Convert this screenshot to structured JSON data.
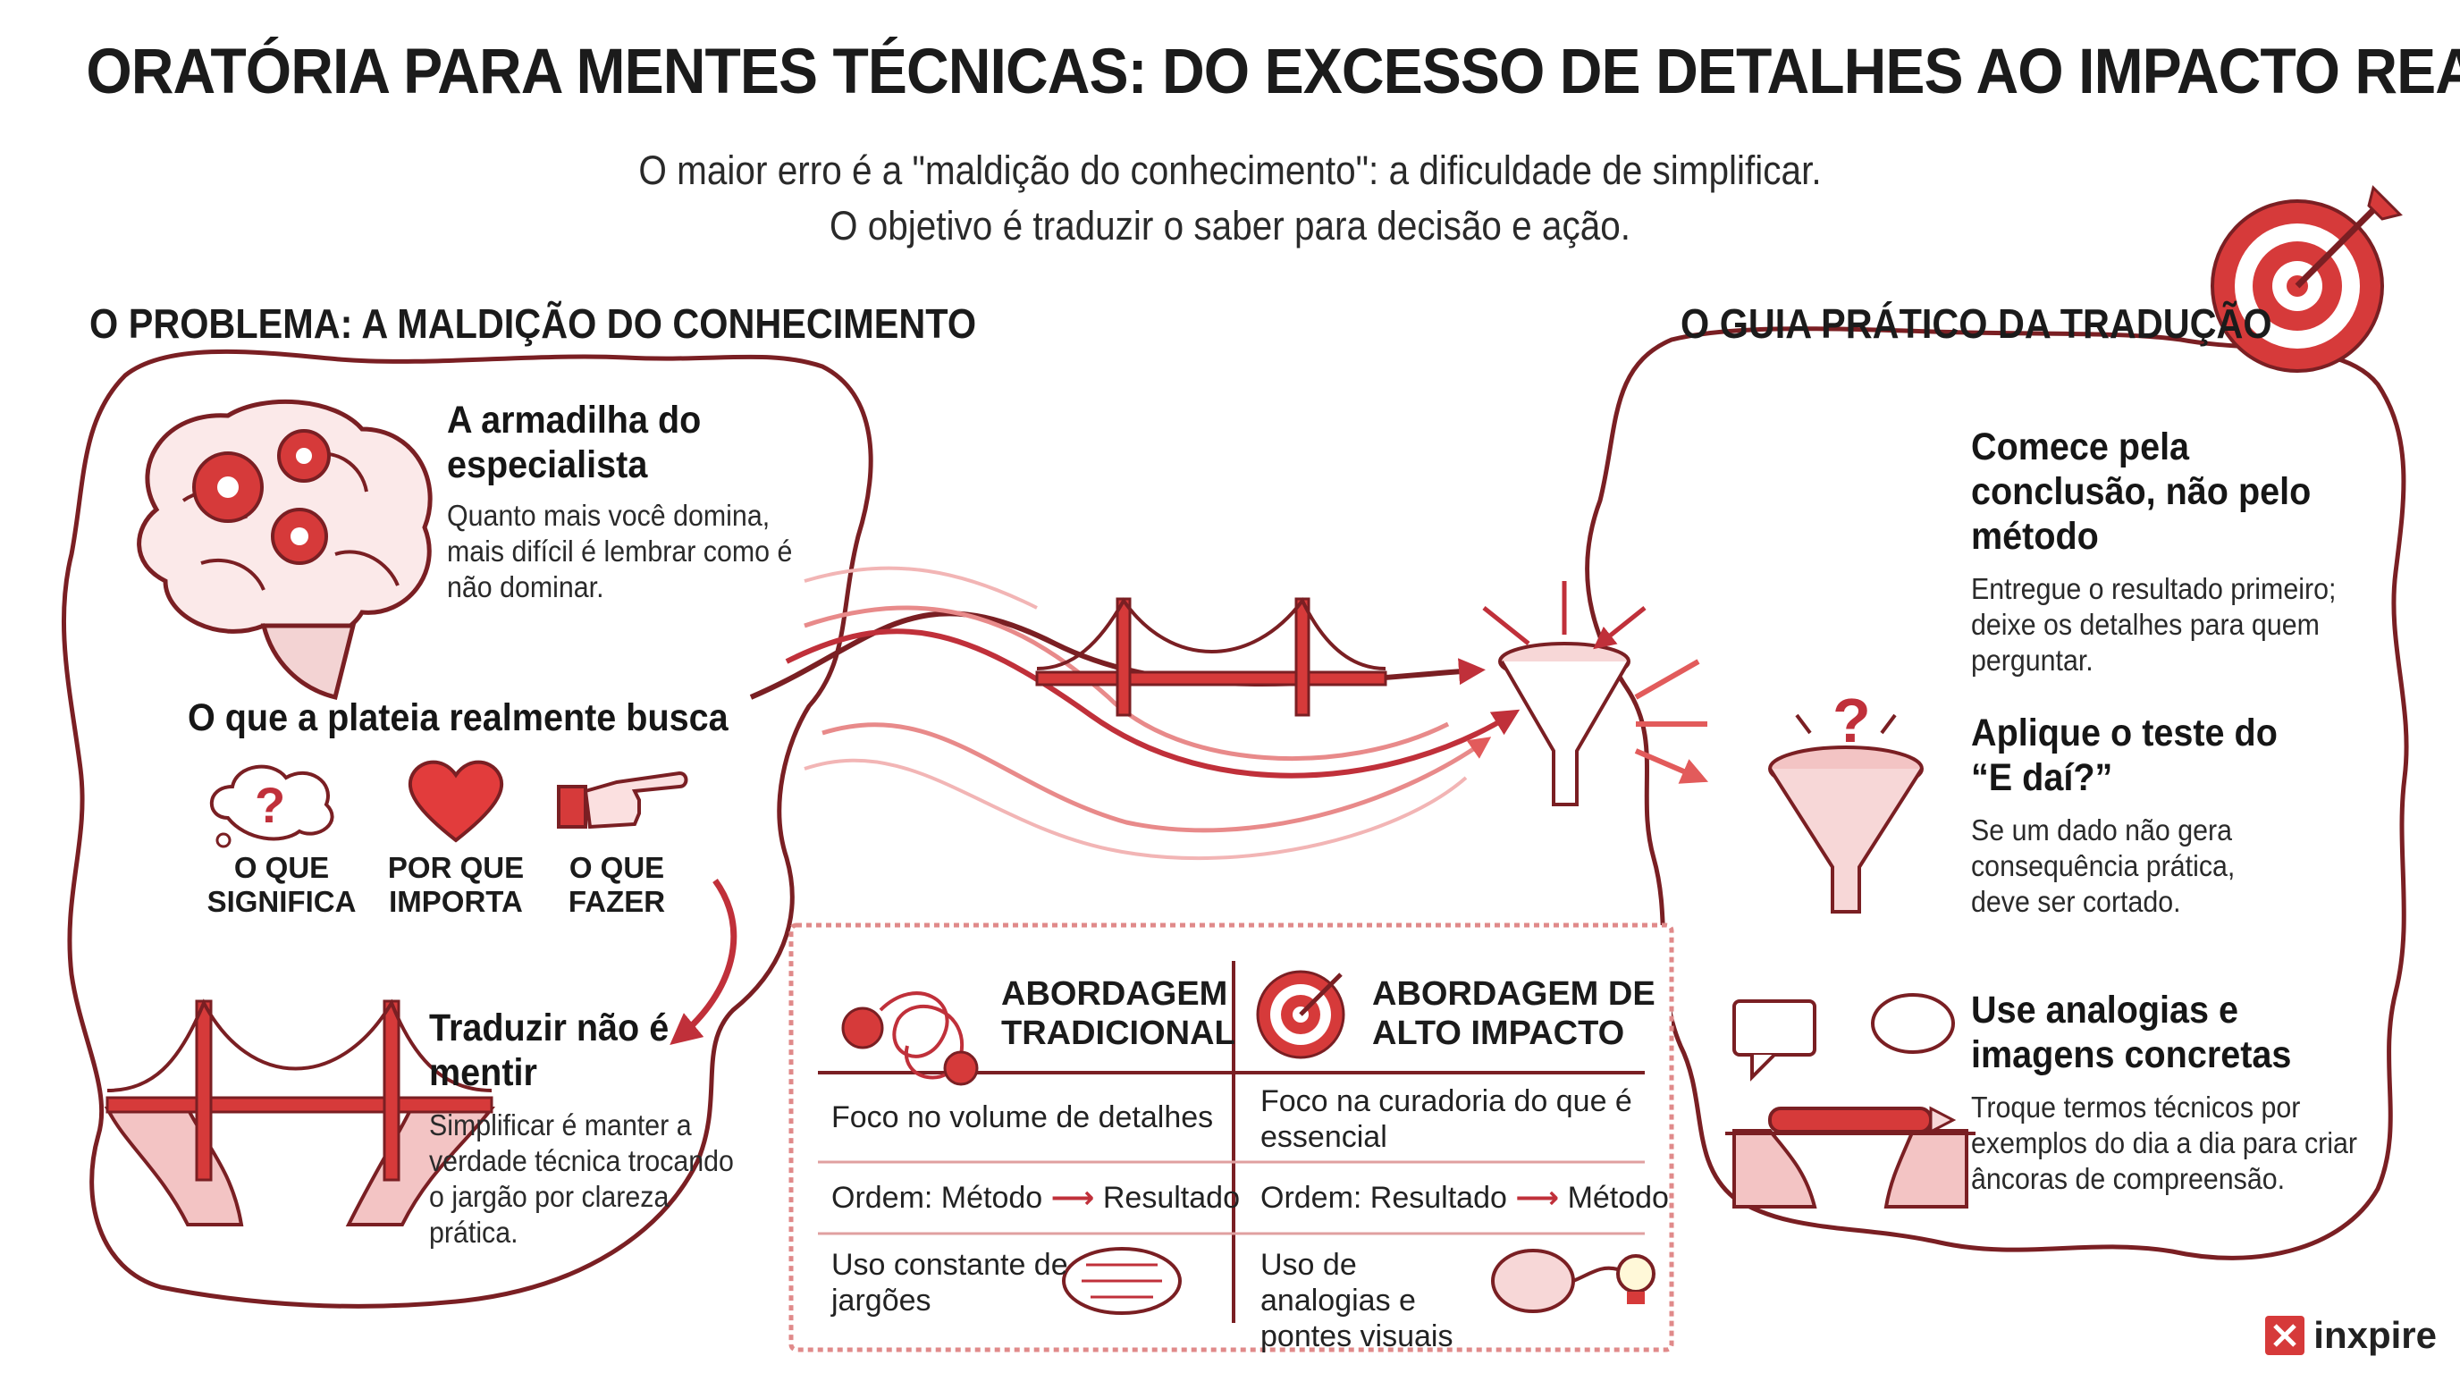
{
  "header": {
    "title": "ORATÓRIA PARA MENTES TÉCNICAS: DO EXCESSO DE DETALHES AO IMPACTO REAL",
    "subtitle_line1": "O maior erro é a \"maldição do conhecimento\": a dificuldade de simplificar.",
    "subtitle_line2": "O objetivo é traduzir o saber para decisão e ação."
  },
  "left": {
    "heading": "O PROBLEMA: A MALDIÇÃO DO CONHECIMENTO",
    "trap": {
      "title": "A armadilha do especialista",
      "body": "Quanto mais você domina, mais difícil é lembrar como é não dominar."
    },
    "audience": {
      "title": "O que a plateia realmente busca",
      "icons": [
        {
          "label": "O QUE SIGNIFICA",
          "icon": "question-cloud-icon"
        },
        {
          "label": "POR QUE IMPORTA",
          "icon": "heart-icon"
        },
        {
          "label": "O QUE FAZER",
          "icon": "pointing-hand-icon"
        }
      ]
    },
    "translate": {
      "title": "Traduzir não é mentir",
      "body": "Simplificar é manter a verdade técnica trocando o jargão por clareza prática."
    }
  },
  "right": {
    "heading": "O GUIA PRÁTICO DA TRADUÇÃO",
    "items": [
      {
        "title": "Comece pela conclusão, não pelo método",
        "body": "Entregue o resultado primeiro; deixe os detalhes para quem perguntar."
      },
      {
        "title": "Aplique o teste do “E daí?”",
        "body": "Se um dado não gera consequência prática, deve ser cortado."
      },
      {
        "title": "Use analogias e imagens concretas",
        "body": "Troque termos técnicos por exemplos do dia a dia para criar âncoras de compreensão."
      }
    ]
  },
  "comparison": {
    "traditional": {
      "header": "ABORDAGEM TRADICIONAL",
      "rows": [
        "Foco no volume de detalhes",
        "Ordem: Método",
        "Uso constante de jargões"
      ],
      "row2_tail": "Resultado"
    },
    "impact": {
      "header": "ABORDAGEM DE ALTO IMPACTO",
      "rows": [
        "Foco na curadoria do que é essencial",
        "Ordem: Resultado",
        "Uso de analogias e pontes visuais"
      ],
      "row2_tail": "Método"
    }
  },
  "brand": {
    "name": "inxpire"
  },
  "colors": {
    "accent": "#d63a3a",
    "dark_red": "#7a1f23",
    "pink": "#f3c4c4"
  }
}
